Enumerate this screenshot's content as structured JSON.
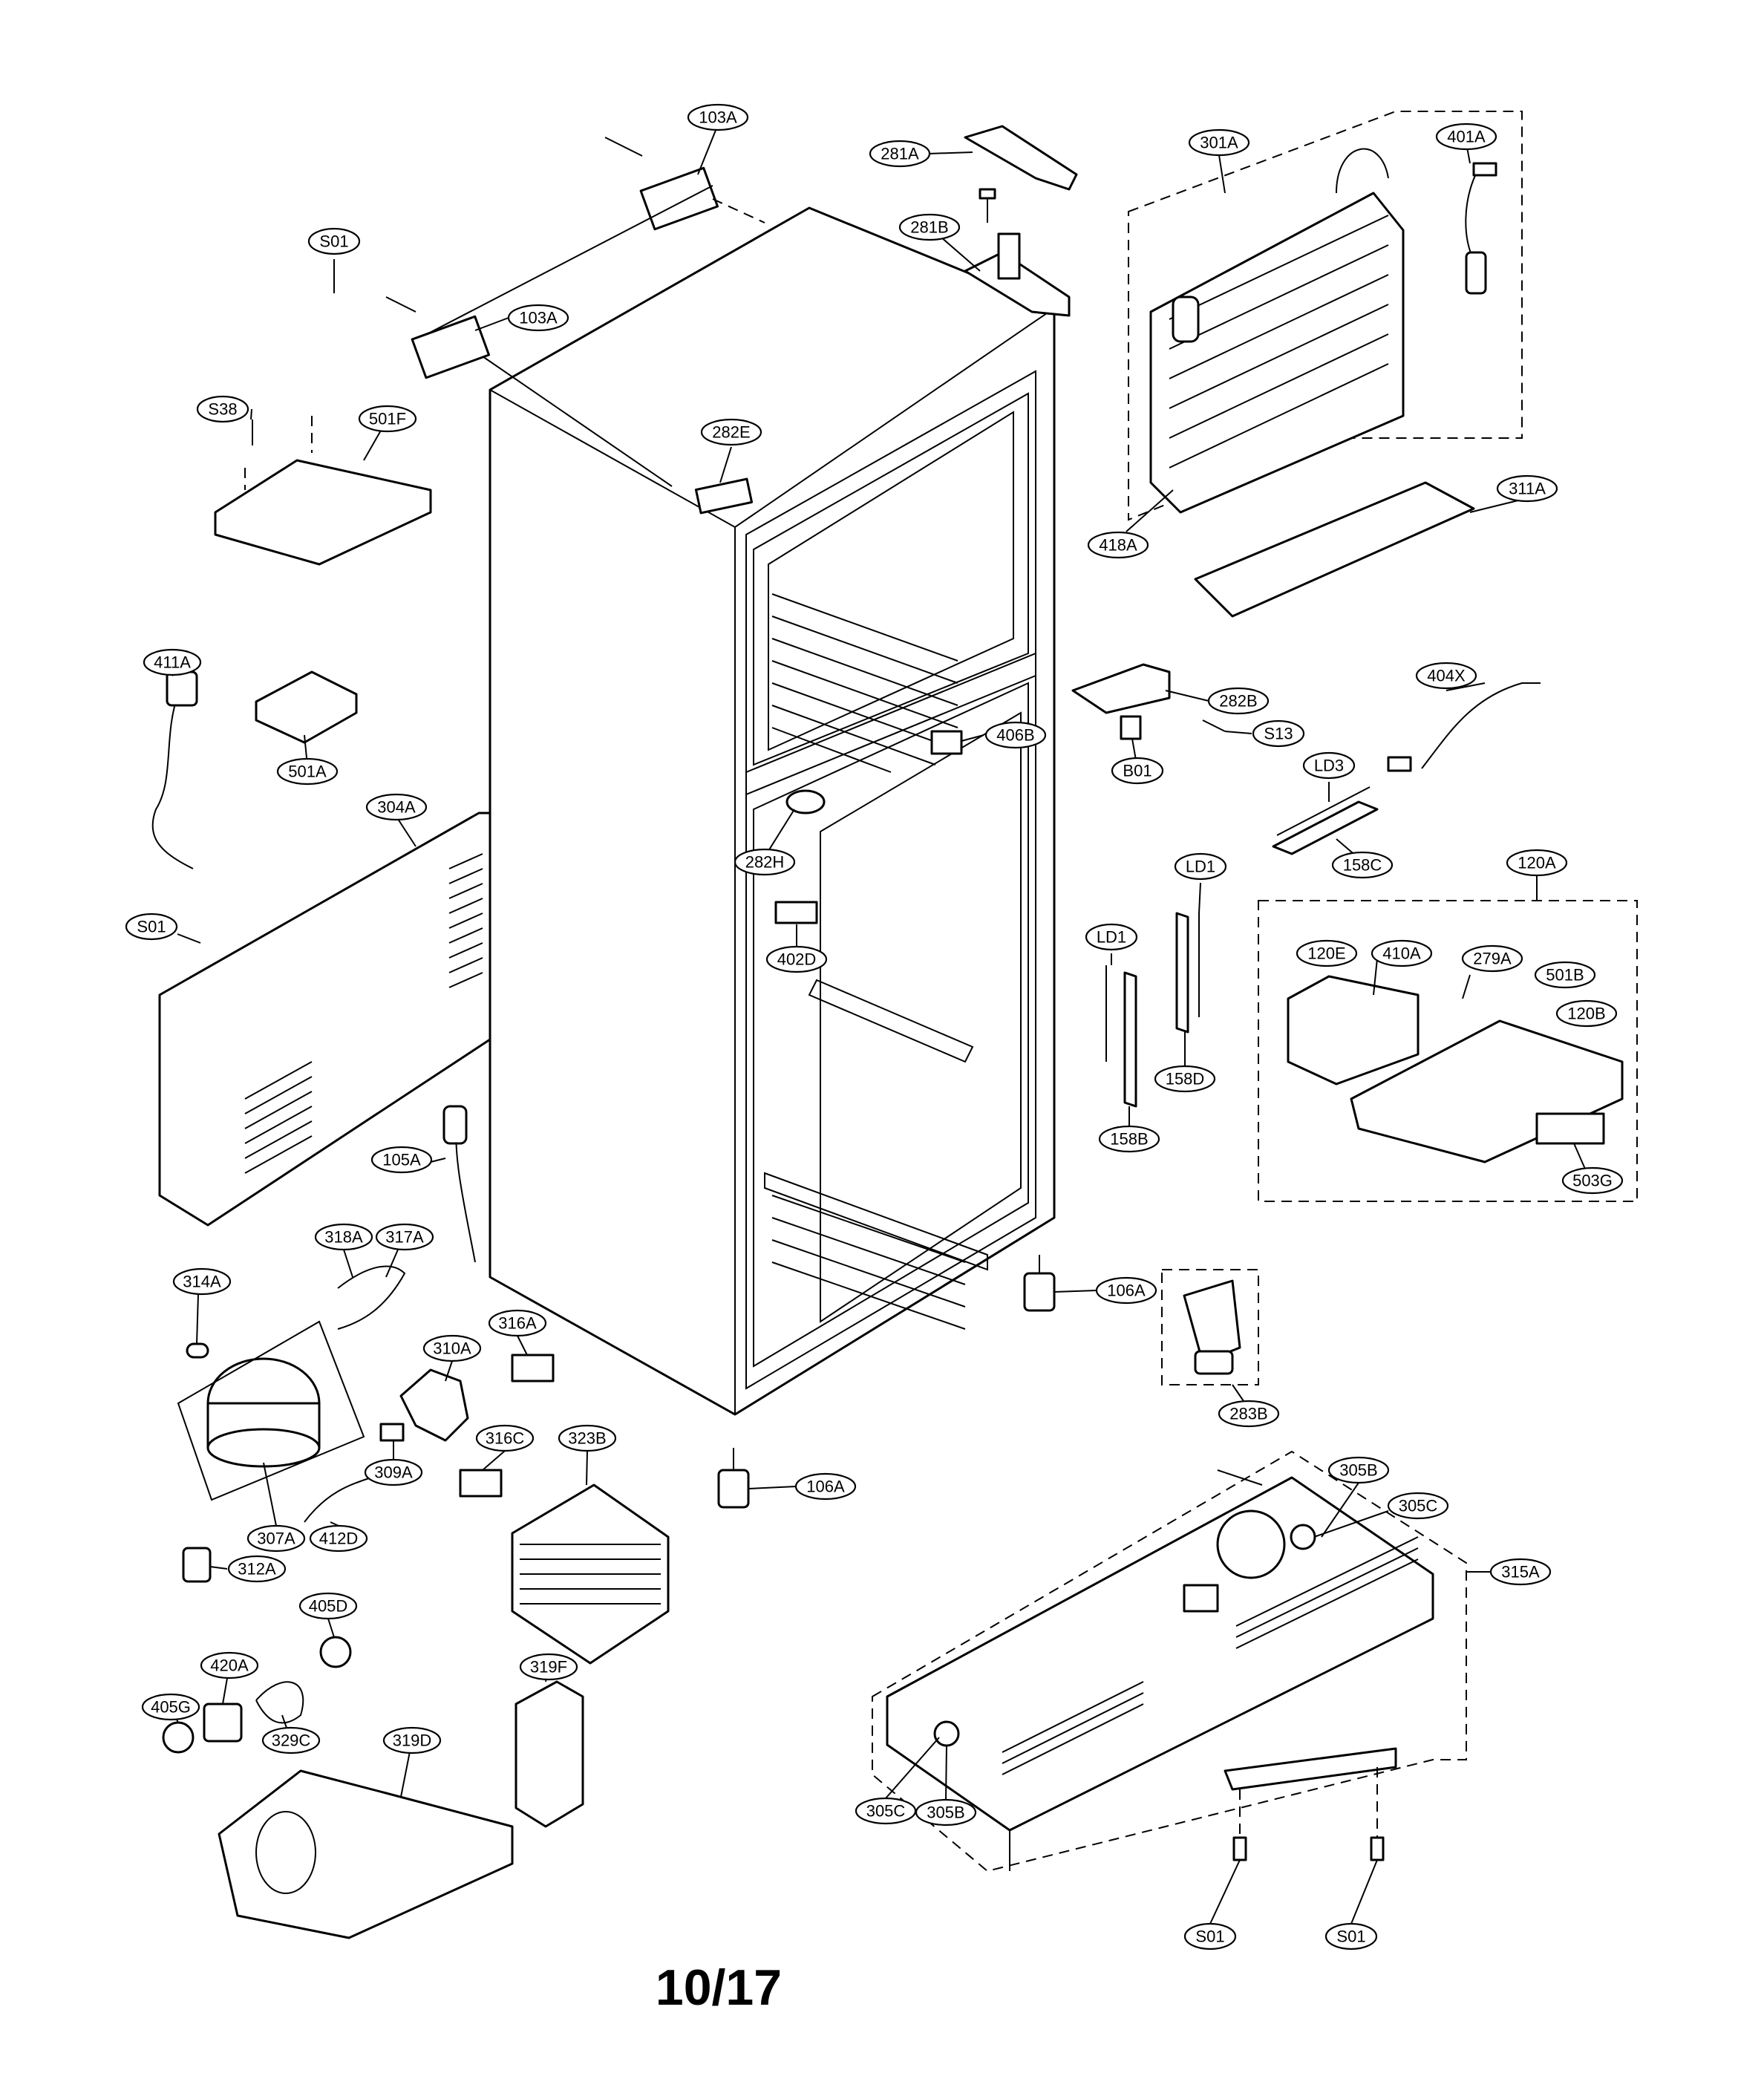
{
  "page_number": "10/17",
  "labels": {
    "p103A_top": "103A",
    "p103A_mid": "103A",
    "pS01_top": "S01",
    "pS38": "S38",
    "p501F": "501F",
    "p282E": "282E",
    "p281A": "281A",
    "p281B": "281B",
    "p301A": "301A",
    "p401A": "401A",
    "p418A": "418A",
    "p311A": "311A",
    "p411A": "411A",
    "p501A": "501A",
    "p304A": "304A",
    "pS01_left": "S01",
    "p282B": "282B",
    "pS13": "S13",
    "pB01": "B01",
    "p406B": "406B",
    "p282H": "282H",
    "p402D": "402D",
    "p404X": "404X",
    "pLD3": "LD3",
    "p158C": "158C",
    "pLD1_a": "LD1",
    "pLD1_b": "LD1",
    "p158D": "158D",
    "p158B": "158B",
    "p120A": "120A",
    "p120E": "120E",
    "p410A": "410A",
    "p279A": "279A",
    "p501B": "501B",
    "p120B": "120B",
    "p503G": "503G",
    "p105A": "105A",
    "p318A": "318A",
    "p317A": "317A",
    "p314A": "314A",
    "p316A": "316A",
    "p310A": "310A",
    "p106A_right": "106A",
    "p283B": "283B",
    "p309A": "309A",
    "p316C": "316C",
    "p323B": "323B",
    "p307A": "307A",
    "p412D": "412D",
    "p312A": "312A",
    "p106A_bottom": "106A",
    "p305B_top": "305B",
    "p305C_top": "305C",
    "p315A": "315A",
    "p405D": "405D",
    "p420A": "420A",
    "p405G": "405G",
    "p329C": "329C",
    "p319F": "319F",
    "p319D": "319D",
    "p305C_bottom": "305C",
    "p305B_bottom": "305B",
    "pS01_bottom_left": "S01",
    "pS01_bottom_right": "S01"
  }
}
